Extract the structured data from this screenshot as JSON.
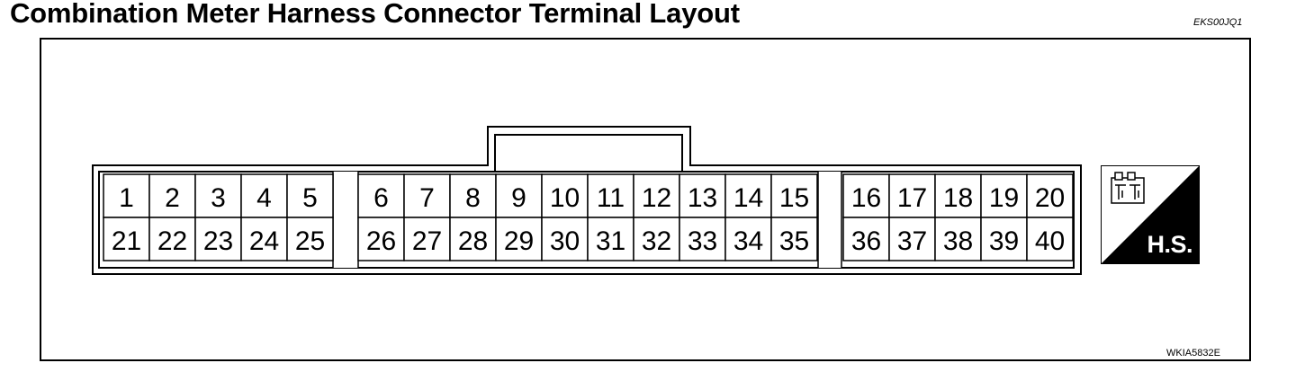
{
  "header": {
    "title": "Combination Meter Harness Connector Terminal Layout",
    "code": "EKS00JQ1"
  },
  "diagram": {
    "figure_code": "WKIA5832E",
    "badge_label": "H.S.",
    "badge_icon": "connector-icon",
    "terminals_top": [
      "1",
      "2",
      "3",
      "4",
      "5",
      "6",
      "7",
      "8",
      "9",
      "10",
      "11",
      "12",
      "13",
      "14",
      "15",
      "16",
      "17",
      "18",
      "19",
      "20"
    ],
    "terminals_bottom": [
      "21",
      "22",
      "23",
      "24",
      "25",
      "26",
      "27",
      "28",
      "29",
      "30",
      "31",
      "32",
      "33",
      "34",
      "35",
      "36",
      "37",
      "38",
      "39",
      "40"
    ]
  }
}
